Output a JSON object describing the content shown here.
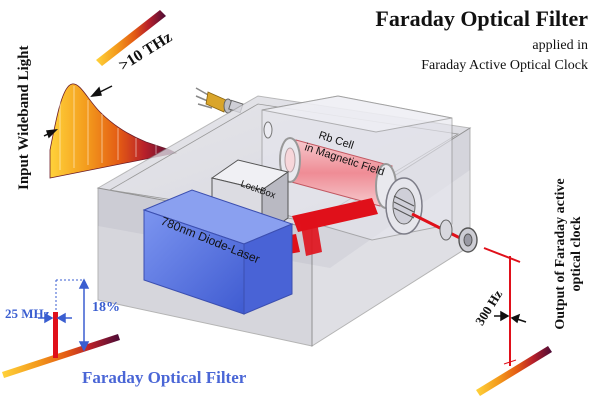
{
  "title": "Faraday Optical Filter",
  "subtitle_line1": "applied in",
  "subtitle_line2": "Faraday Active Optical Clock",
  "left_spectrum": {
    "label": "Input Wideband Light",
    "bandwidth_label": ">10 THz"
  },
  "filter_spectrum": {
    "linewidth_label": "25 MHz",
    "transmission_label": "18%",
    "caption": "Faraday Optical Filter"
  },
  "output_spectrum": {
    "label": "Output of Faraday active optical clock",
    "linewidth_label": "300 Hz"
  },
  "device": {
    "rb_cell_label_line1": "Rb Cell",
    "rb_cell_label_line2": "in Magnetic Field",
    "lockbox_label": "LockBox",
    "laser_label": "780nm Diode-Laser"
  },
  "colors": {
    "accent_blue": "#3a5ed0",
    "beam_red": "#e0101a",
    "laser_blue": "#5b79e6",
    "gradient": [
      "#ffd23a",
      "#f39a1c",
      "#e35a14",
      "#b8202a",
      "#7a1238",
      "#4b0c37"
    ]
  }
}
